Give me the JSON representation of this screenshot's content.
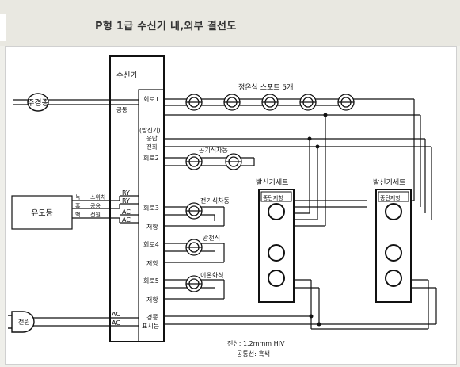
{
  "title": "P형 1급 수신기 내,외부 결선도",
  "receiver": {
    "title": "수신기",
    "common": "공통",
    "circuit1": "회로1",
    "transmitter_group": [
      "(발신기)",
      "응답",
      "전화"
    ],
    "circuit2": "회로2",
    "circuit3": "회로3",
    "resistor3": "저항",
    "circuit4": "회로4",
    "resistor4": "저항",
    "circuit5": "회로5",
    "resistor5": "저항",
    "alarm": "경종",
    "indicator": "표시등",
    "ry1": "RY",
    "ry2": "RY",
    "ac1": "AC",
    "ac2": "AC",
    "ac3": "AC",
    "ac4": "AC"
  },
  "siren": "주경종",
  "guide_light": {
    "label": "유도등",
    "wire_colors": [
      "녹",
      "흑",
      "백"
    ],
    "terminals": [
      "스위치",
      "공용",
      "전원"
    ]
  },
  "power": "전원",
  "detectors": {
    "fixed_temp_spot": "정온식 스포트 5개",
    "pneumatic": "공기식차동",
    "electric": "전기식차동",
    "photoelectric": "광전식",
    "ionization": "이온화식"
  },
  "transmitter_sets": [
    {
      "label": "발신기세트",
      "end_resistor": "종단저항"
    },
    {
      "label": "발신기세트",
      "end_resistor": "종단저항"
    }
  ],
  "wire_note": {
    "line1": "전선: 1.2mmm  HIV",
    "line2": "공통선: 흑색"
  }
}
